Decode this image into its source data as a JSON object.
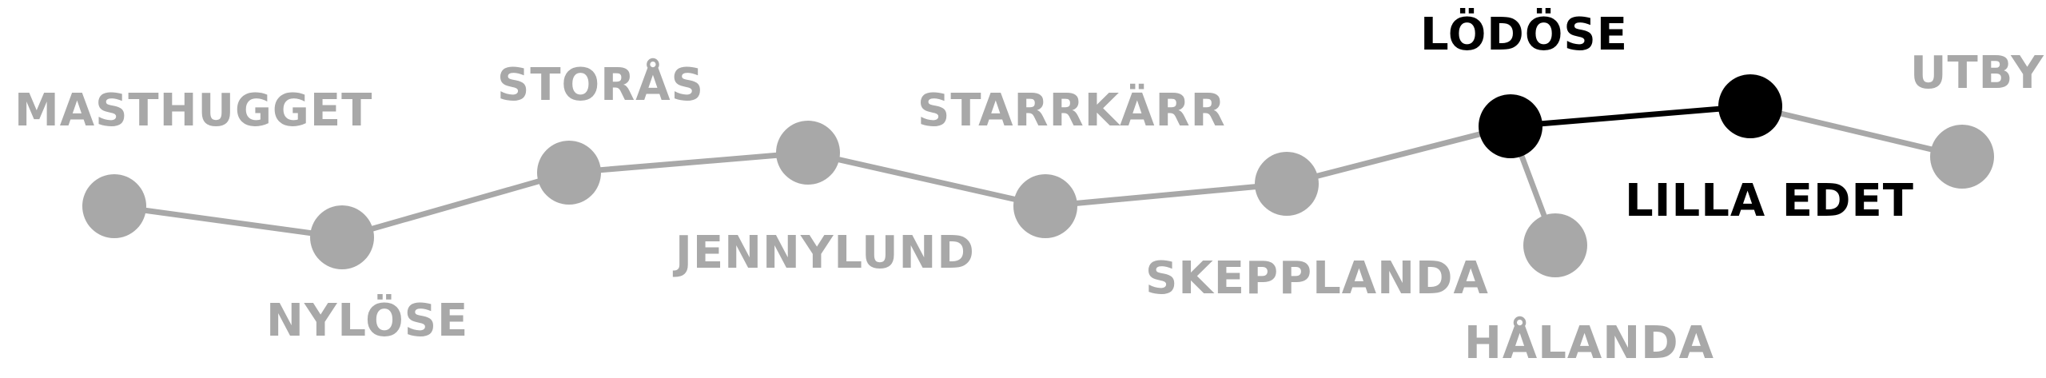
{
  "colors": {
    "inactive": "#a8a8a8",
    "active": "#000000",
    "background": "#ffffff"
  },
  "stations": [
    {
      "id": "masthugget",
      "name": "MASTHUGGET",
      "active": false
    },
    {
      "id": "nylose",
      "name": "NYLÖSE",
      "active": false
    },
    {
      "id": "storas",
      "name": "STORÅS",
      "active": false
    },
    {
      "id": "jennylund",
      "name": "JENNYLUND",
      "active": false
    },
    {
      "id": "starrkarr",
      "name": "STARRKÄRR",
      "active": false
    },
    {
      "id": "skepplanda",
      "name": "SKEPPLANDA",
      "active": false
    },
    {
      "id": "lodose",
      "name": "LÖDÖSE",
      "active": true
    },
    {
      "id": "halanda",
      "name": "HÅLANDA",
      "active": false
    },
    {
      "id": "lilla-edet",
      "name": "LILLA EDET",
      "active": true
    },
    {
      "id": "utby",
      "name": "UTBY",
      "active": false
    }
  ],
  "connections": [
    {
      "from": "masthugget",
      "to": "nylose",
      "active": false
    },
    {
      "from": "nylose",
      "to": "storas",
      "active": false
    },
    {
      "from": "storas",
      "to": "jennylund",
      "active": false
    },
    {
      "from": "jennylund",
      "to": "starrkarr",
      "active": false
    },
    {
      "from": "starrkarr",
      "to": "skepplanda",
      "active": false
    },
    {
      "from": "skepplanda",
      "to": "lodose",
      "active": false
    },
    {
      "from": "lodose",
      "to": "halanda",
      "active": false
    },
    {
      "from": "lodose",
      "to": "lilla-edet",
      "active": true
    },
    {
      "from": "lilla-edet",
      "to": "utby",
      "active": false
    }
  ]
}
